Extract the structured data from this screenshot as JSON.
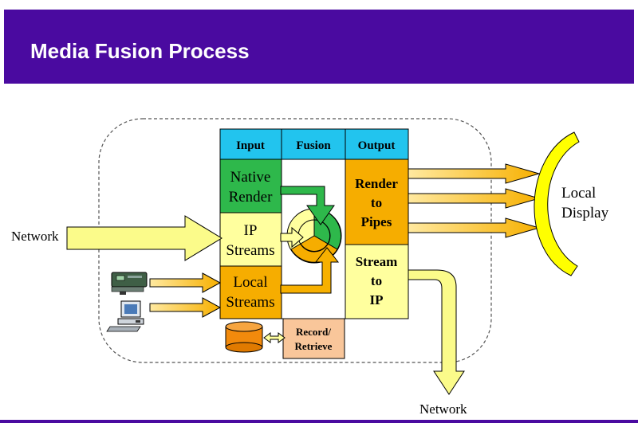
{
  "title": "Media Fusion Process",
  "columns": {
    "input": "Input",
    "fusion": "Fusion",
    "output": "Output"
  },
  "input_cells": {
    "native_render": [
      "Native",
      "Render"
    ],
    "ip_streams": [
      "IP",
      "Streams"
    ],
    "local_streams": [
      "Local",
      "Streams"
    ]
  },
  "output_cells": {
    "render_to_pipes": [
      "Render",
      "to",
      "Pipes"
    ],
    "stream_to_ip": [
      "Stream",
      "to",
      "IP"
    ]
  },
  "record_retrieve": [
    "Record/",
    "Retrieve"
  ],
  "network_in": "Network",
  "network_out": "Network",
  "local_display": [
    "Local",
    "Display"
  ],
  "colors": {
    "title_bar": "#4a0aa0",
    "header_cyan": "#22c4ee",
    "native_green": "#2eb84b",
    "light_yellow": "#ffff9e",
    "orange": "#f6ad00",
    "peach": "#f9c69a",
    "arrow_yellow": "#fbfb8a",
    "arrow_orange": "#f7b000",
    "display_yellow": "#ffff00"
  },
  "icons": [
    "video-device-icon",
    "desktop-computer-icon",
    "storage-drum-icon",
    "fusion-cycle-icon"
  ]
}
